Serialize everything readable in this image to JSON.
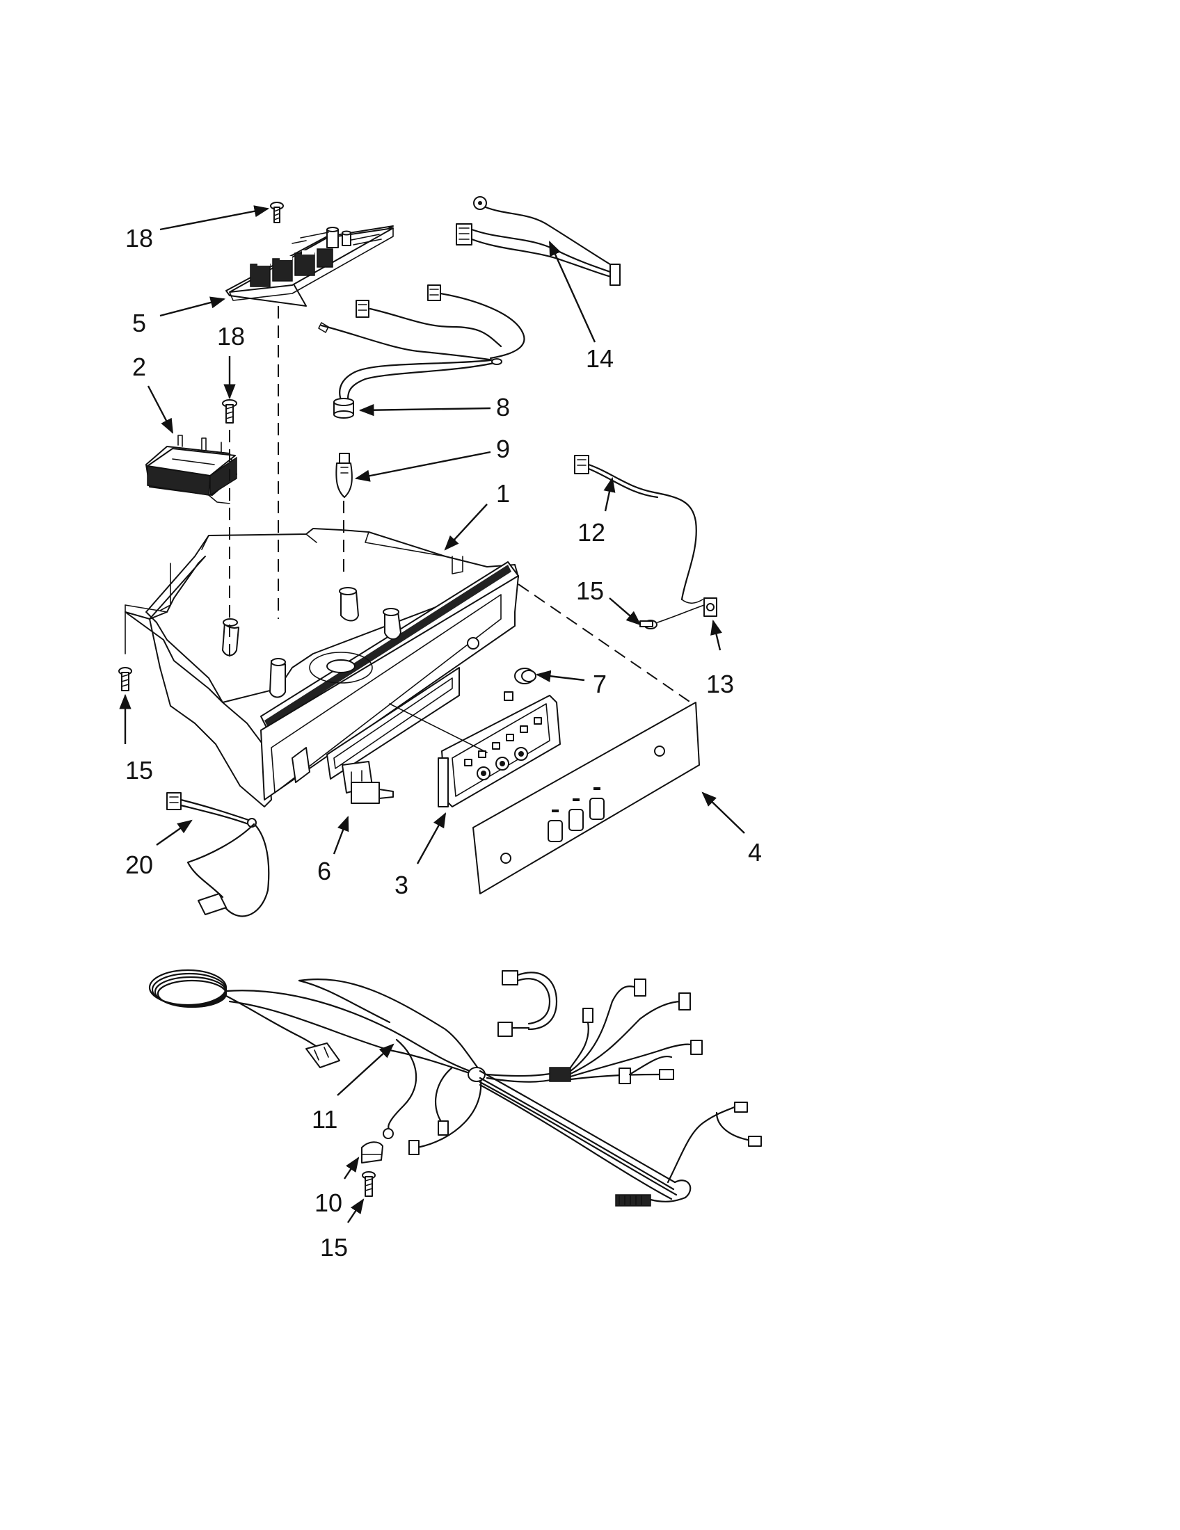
{
  "callouts": {
    "c1": "1",
    "c2": "2",
    "c3": "3",
    "c4": "4",
    "c5": "5",
    "c6": "6",
    "c7": "7",
    "c8": "8",
    "c9": "9",
    "c10": "10",
    "c11": "11",
    "c12": "12",
    "c13": "13",
    "c14": "14",
    "c15a": "15",
    "c15b": "15",
    "c15c": "15",
    "c18a": "18",
    "c18b": "18",
    "c20": "20"
  }
}
